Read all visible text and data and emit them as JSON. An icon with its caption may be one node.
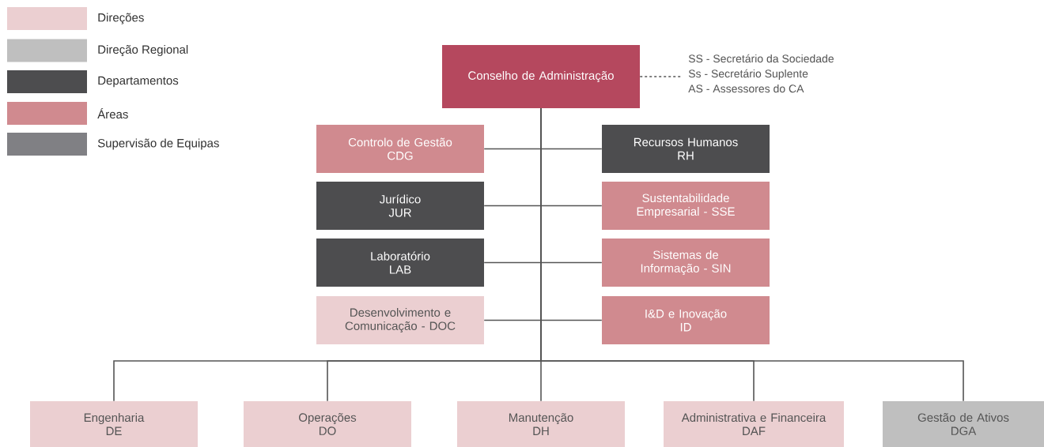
{
  "diagram": {
    "nodes": [
      {
        "text": [
          "Conselho de Administração"
        ]
      },
      {
        "text": [
          "SS - Secretário da Sociedade",
          "Ss - Secretário Suplente",
          "AS - Assessores do CA"
        ]
      },
      {
        "text": [
          "Controlo de Gestão",
          "CDG"
        ]
      },
      {
        "text": [
          "Recursos Humanos",
          "RH"
        ]
      },
      {
        "text": [
          "Jurídico",
          "JUR"
        ]
      },
      {
        "text": [
          "Sustentabilidade Empresarial - SSE"
        ]
      },
      {
        "text": [
          "Laboratório",
          "LAB"
        ]
      },
      {
        "text": [
          "Sistemas de Informação - SIN"
        ]
      },
      {
        "text": [
          "Desenvolvimento e Comunicação - DOC"
        ]
      },
      {
        "text": [
          "I&D e Inovação",
          "ID"
        ]
      },
      {
        "text": [
          "Engenharia",
          "DE"
        ]
      },
      {
        "text": [
          "Operações",
          "DO"
        ]
      },
      {
        "text": [
          "Manutenção",
          "DH"
        ]
      },
      {
        "text": [
          "Administrativa e Financeira",
          "DAF"
        ]
      },
      {
        "text": [
          "Gestão de Ativos",
          "DGA"
        ]
      }
    ],
    "edges": [
      {
        "from": 0,
        "to": 1,
        "arrow": "none",
        "style": "dashed"
      },
      {
        "from": 0,
        "to": 2,
        "arrow": "none"
      },
      {
        "from": 0,
        "to": 3,
        "arrow": "none"
      },
      {
        "from": 0,
        "to": 4,
        "arrow": "none"
      },
      {
        "from": 0,
        "to": 5,
        "arrow": "none"
      },
      {
        "from": 0,
        "to": 6,
        "arrow": "none"
      },
      {
        "from": 0,
        "to": 7,
        "arrow": "none"
      },
      {
        "from": 0,
        "to": 8,
        "arrow": "none"
      },
      {
        "from": 0,
        "to": 9,
        "arrow": "none"
      },
      {
        "from": 0,
        "to": 10,
        "arrow": "none"
      },
      {
        "from": 0,
        "to": 11,
        "arrow": "none"
      },
      {
        "from": 0,
        "to": 12,
        "arrow": "none"
      },
      {
        "from": 0,
        "to": 13,
        "arrow": "none"
      },
      {
        "from": 0,
        "to": 14,
        "arrow": "none"
      }
    ],
    "legend": [
      {
        "text": "Direções",
        "color": "#ebcfd1"
      },
      {
        "text": "Direção Regional",
        "color": "#bfbfbf"
      },
      {
        "text": "Departamentos",
        "color": "#4d4d4f"
      },
      {
        "text": "Áreas",
        "color": "#d08a8f"
      },
      {
        "text": "Supervisão de Equipas",
        "color": "#808084"
      }
    ]
  }
}
